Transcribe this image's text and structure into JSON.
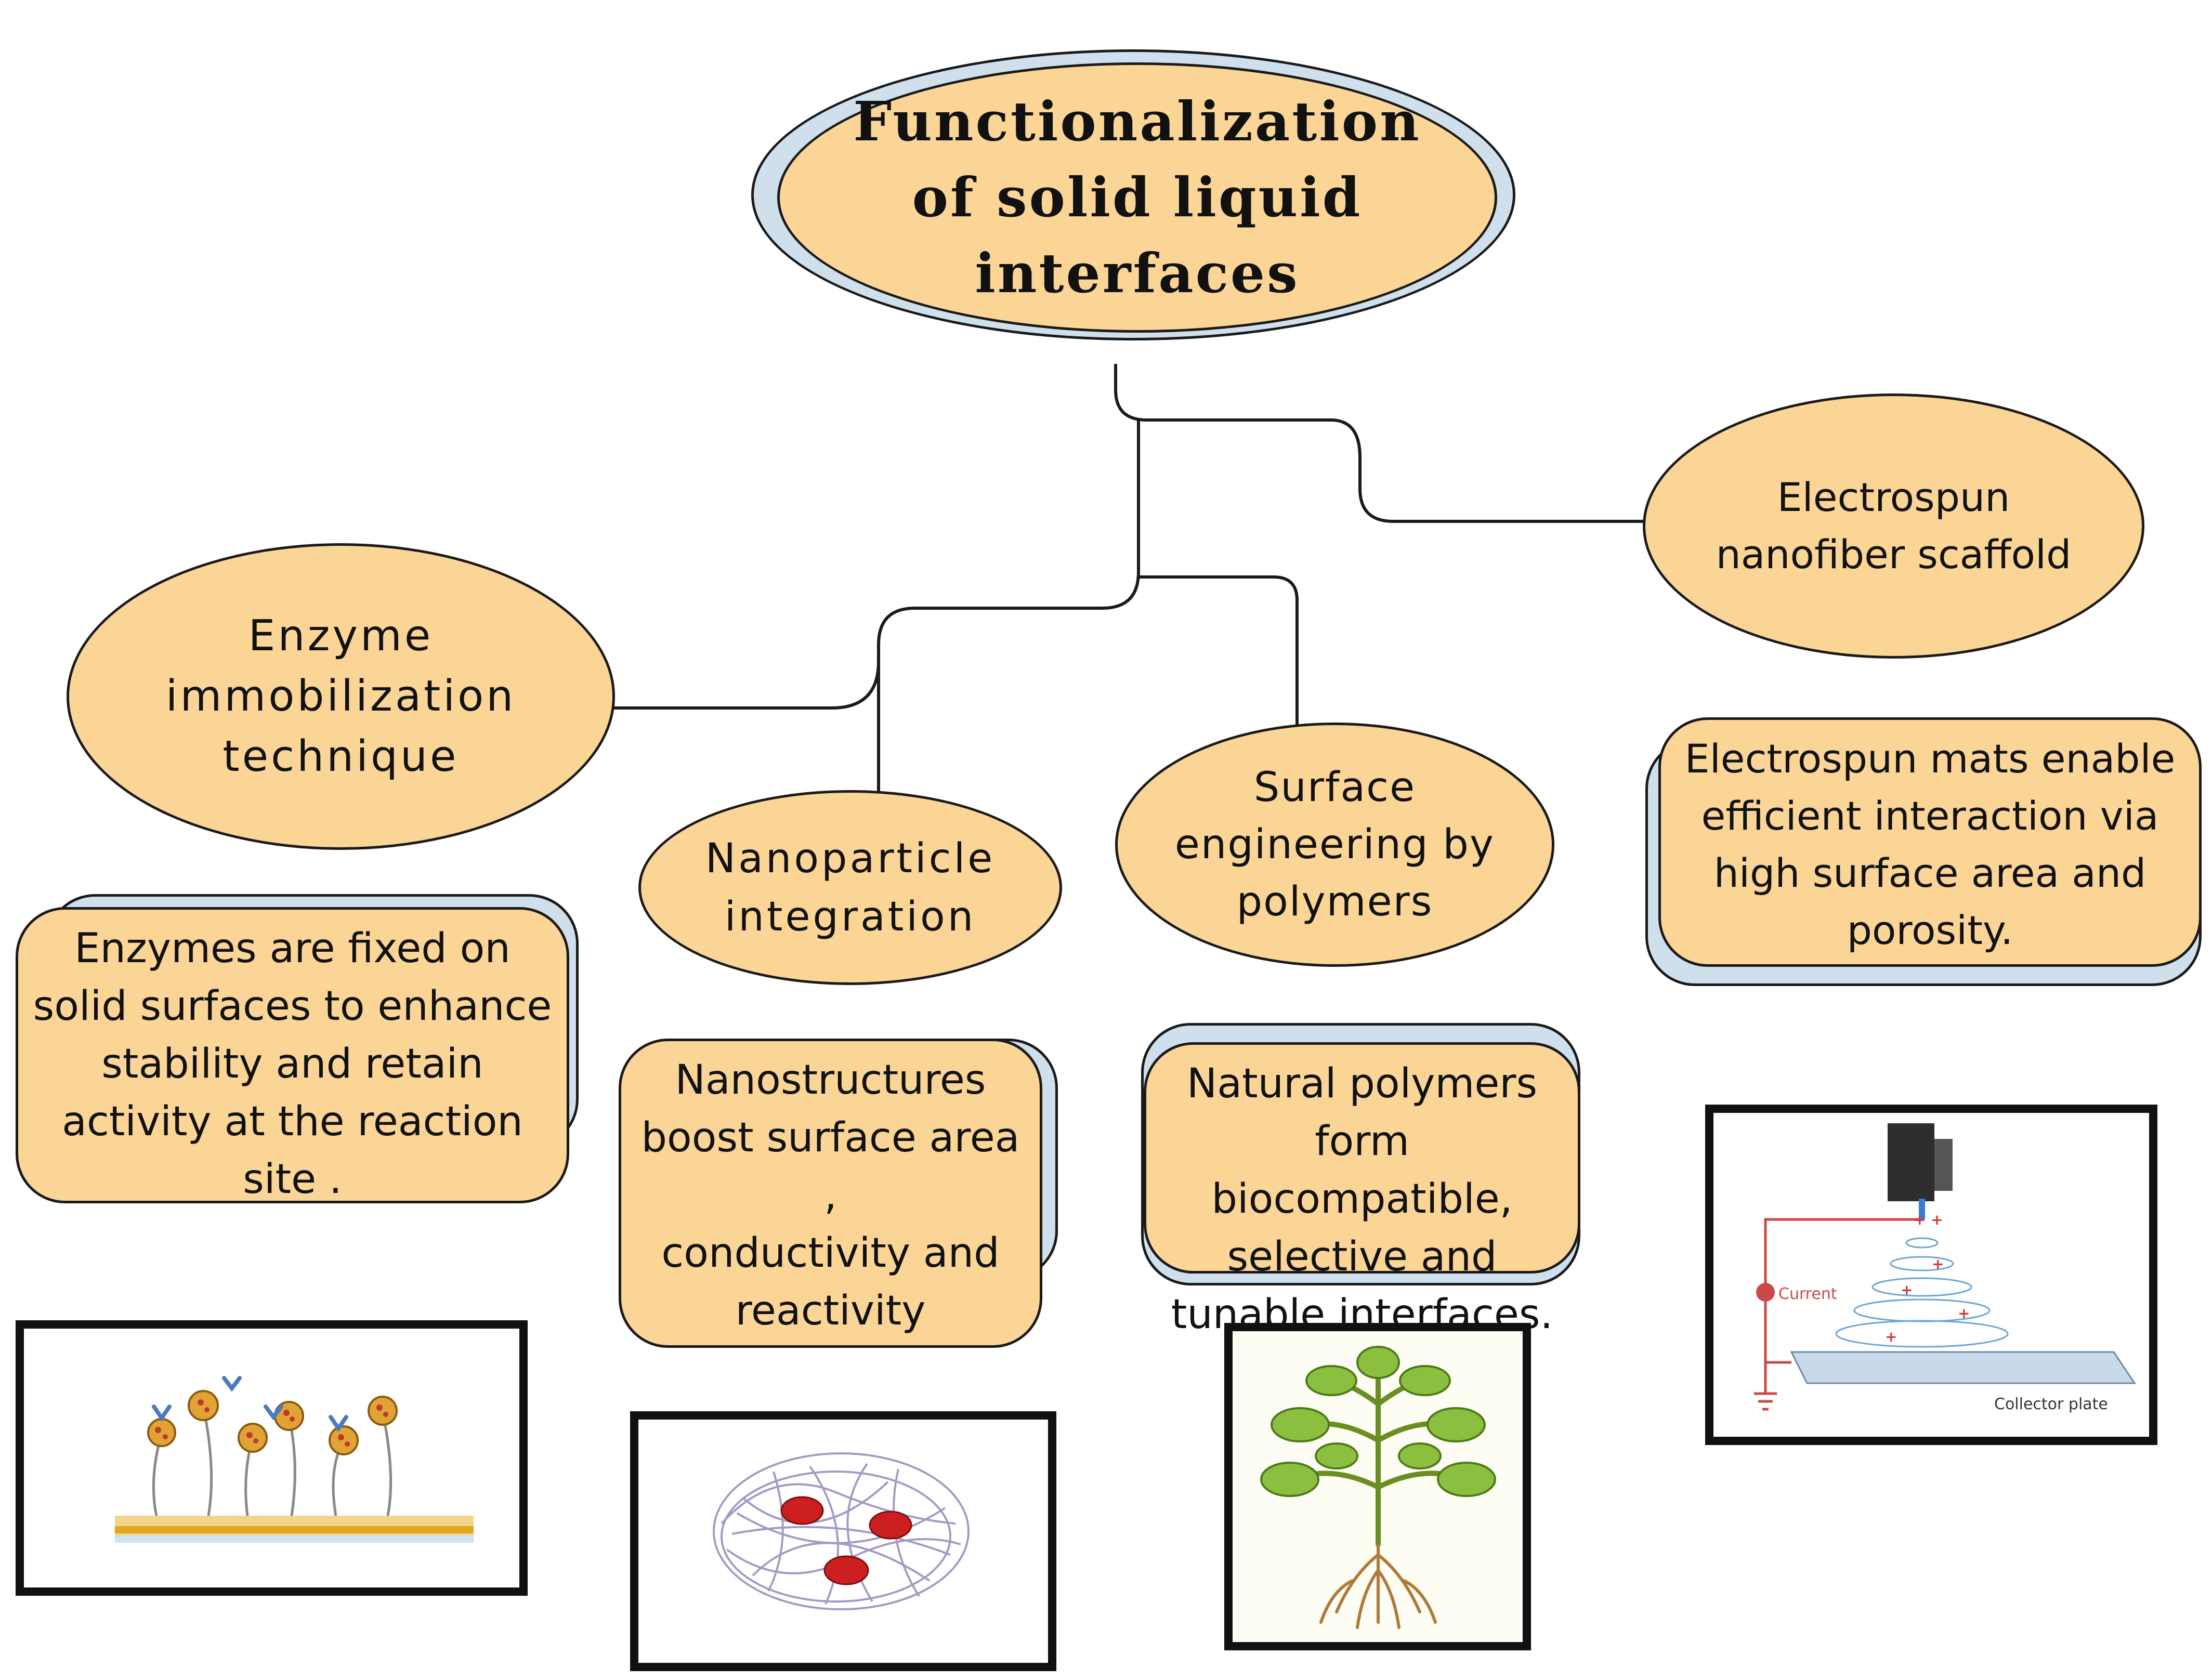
{
  "root": {
    "label": "Functionalization\nof solid liquid\ninterfaces"
  },
  "branches": [
    {
      "key": "enzyme",
      "label": "Enzyme\nimmobilization\ntechnique",
      "description": "Enzymes are fixed on\nsolid surfaces to enhance\nstability and retain\nactivity at the reaction\nsite ."
    },
    {
      "key": "nanoparticle",
      "label": "Nanoparticle\nintegration",
      "description": "Nanostructures\nboost surface area ,\nconductivity and\nreactivity"
    },
    {
      "key": "polymer",
      "label": "Surface\nengineering by\npolymers",
      "description": "Natural polymers\nform biocompatible,\nselective and\ntunable interfaces."
    },
    {
      "key": "electrospun",
      "label": "Electrospun\nnanofiber scaffold",
      "description": "Electrospun mats enable\nefficient interaction via\nhigh surface area and\nporosity."
    }
  ],
  "illustrations": {
    "electrospinning": {
      "current_label": "Current",
      "collector_label": "Collector plate"
    }
  },
  "colors": {
    "node_fill": "#fbd596",
    "shadow_fill": "#cfe0ec",
    "outline": "#1a1a1a"
  }
}
